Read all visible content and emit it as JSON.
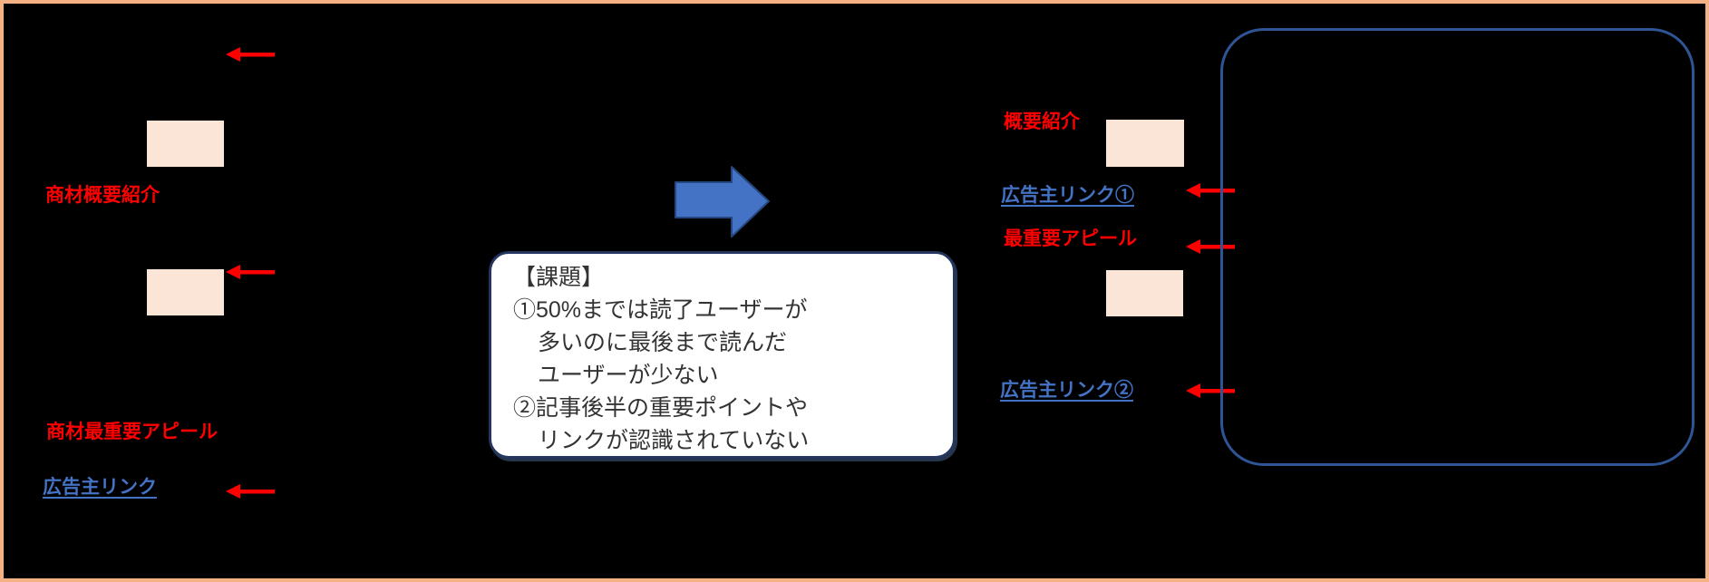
{
  "left_panel": {
    "overview_label": "商材概要紹介",
    "appeal_label": "商材最重要アピール",
    "advertiser_link": "広告主リンク"
  },
  "transition": {
    "callout": {
      "heading": "【課題】",
      "line1": "①50%までは読了ユーザーが",
      "line2": "多いのに最後まで読んだ",
      "line3": "ユーザーが少ない",
      "line4": "②記事後半の重要ポイントや",
      "line5": "リンクが認識されていない"
    }
  },
  "right_panel": {
    "overview_label": "概要紹介",
    "advertiser_link1": "広告主リンク①",
    "appeal_label": "最重要アピール",
    "advertiser_link2": "広告主リンク②"
  },
  "colors": {
    "frame_border": "#F4B183",
    "background": "#000000",
    "highlight_rect": "#FBE5D6",
    "red_accent": "#FF0000",
    "link_blue": "#4472C4",
    "arrow_blue": "#4472C4",
    "outline_box_border": "#2F5597",
    "callout_border": "#24365E"
  }
}
